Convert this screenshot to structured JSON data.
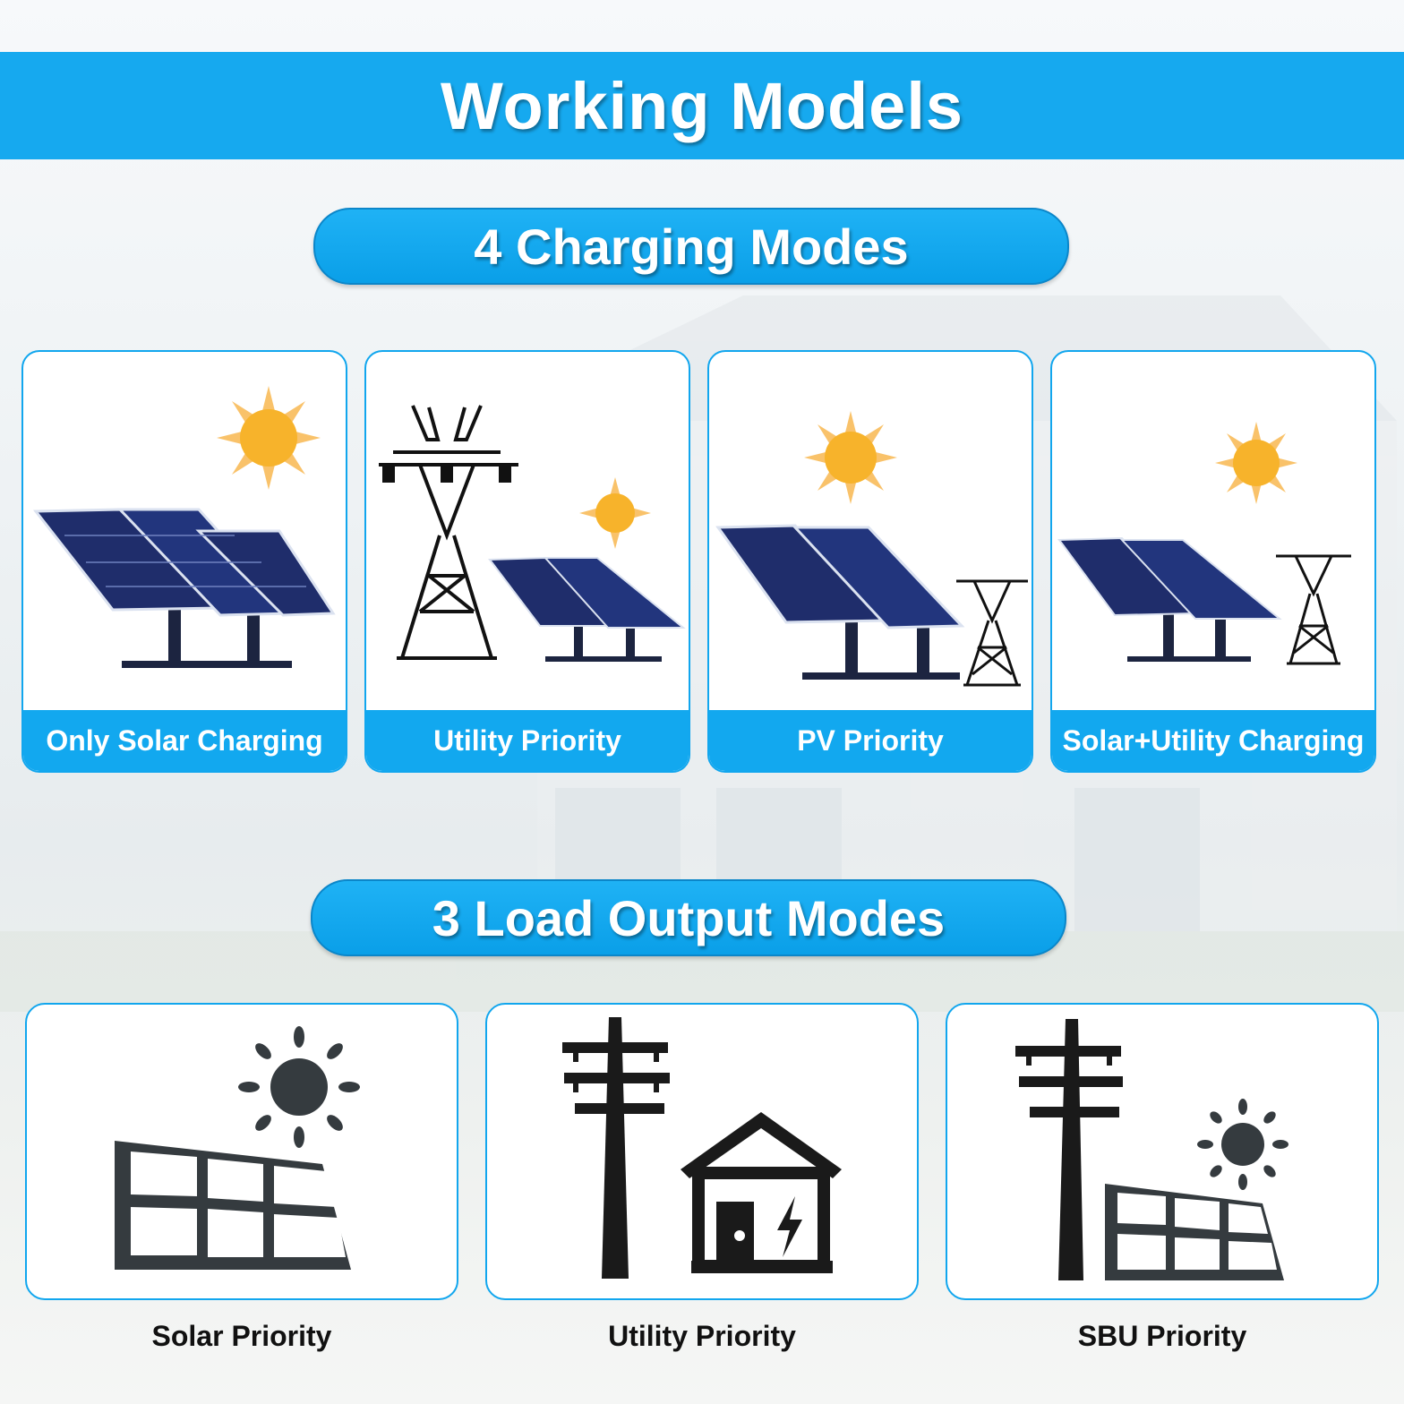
{
  "header": {
    "title": "Working Models"
  },
  "charging": {
    "heading": "4 Charging Modes",
    "modes": [
      {
        "label": "Only Solar Charging",
        "icon": "solar-panel-sun-icon"
      },
      {
        "label": "Utility Priority",
        "icon": "pylon-solar-panel-sun-icon"
      },
      {
        "label": "PV Priority",
        "icon": "solar-panel-pylon-sun-icon"
      },
      {
        "label": "Solar+Utility Charging",
        "icon": "solar-panel-pylon-sun-icon"
      }
    ]
  },
  "load": {
    "heading": "3 Load Output Modes",
    "modes": [
      {
        "label": "Solar Priority",
        "icon": "solar-panel-sun-icon"
      },
      {
        "label": "Utility Priority",
        "icon": "utility-pole-house-icon"
      },
      {
        "label": "SBU Priority",
        "icon": "utility-pole-solar-panel-sun-icon"
      }
    ]
  },
  "colors": {
    "accent": "#16a9ef",
    "sun": "#f7b32b",
    "panel": "#1f2d6b",
    "icon_dark": "#353b3f"
  }
}
